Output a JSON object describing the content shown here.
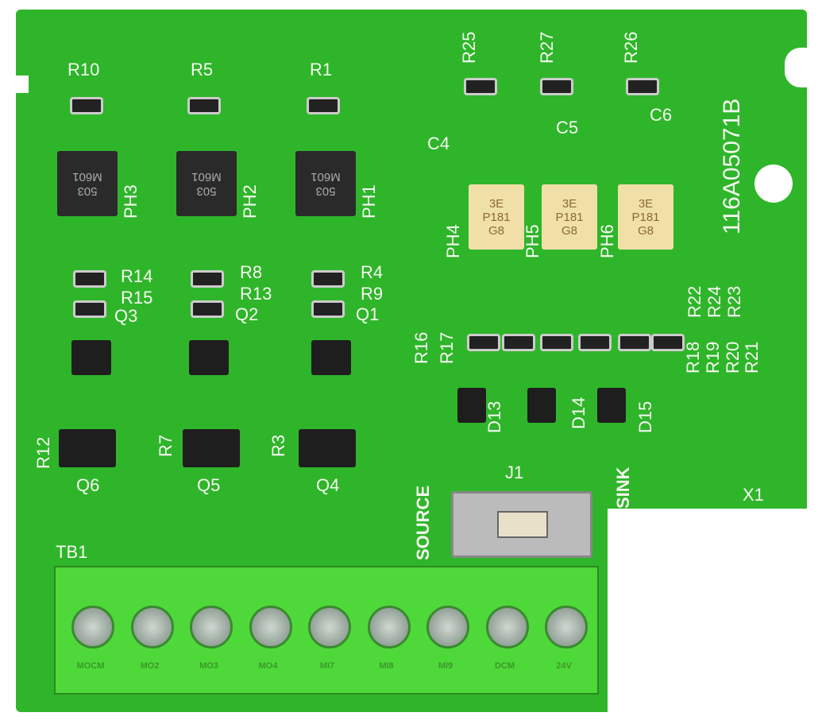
{
  "board_id": "116A05071B",
  "labels": {
    "R10": "R10",
    "R5": "R5",
    "R1": "R1",
    "PH3": "PH3",
    "PH2": "PH2",
    "PH1": "PH1",
    "R14": "R14",
    "R15": "R15",
    "Q3": "Q3",
    "R8": "R8",
    "R13": "R13",
    "Q2": "Q2",
    "R4": "R4",
    "R9": "R9",
    "Q1": "Q1",
    "R12": "R12",
    "Q6": "Q6",
    "R7": "R7",
    "Q5": "Q5",
    "R3": "R3",
    "Q4": "Q4",
    "TB1": "TB1",
    "R25": "R25",
    "R27": "R27",
    "R26": "R26",
    "C4": "C4",
    "C5": "C5",
    "C6": "C6",
    "PH4": "PH4",
    "PH5": "PH5",
    "PH6": "PH6",
    "R16": "R16",
    "R17": "R17",
    "D13": "D13",
    "D14": "D14",
    "D15": "D15",
    "R18": "R18",
    "R19": "R19",
    "R20": "R20",
    "R21": "R21",
    "R22": "R22",
    "R24": "R24",
    "R23": "R23",
    "SOURCE": "SOURCE",
    "SINK": "SINK",
    "J1": "J1",
    "X1": "X1"
  },
  "chip_marking": {
    "line1": "503",
    "line2": "M601"
  },
  "opto_marking": {
    "line1": "3E",
    "line2": "P181",
    "line3": "G8"
  },
  "terminals": [
    "MOCM",
    "MO2",
    "MO3",
    "MO4",
    "MI7",
    "MI8",
    "MI9",
    "DCM",
    "24V"
  ]
}
